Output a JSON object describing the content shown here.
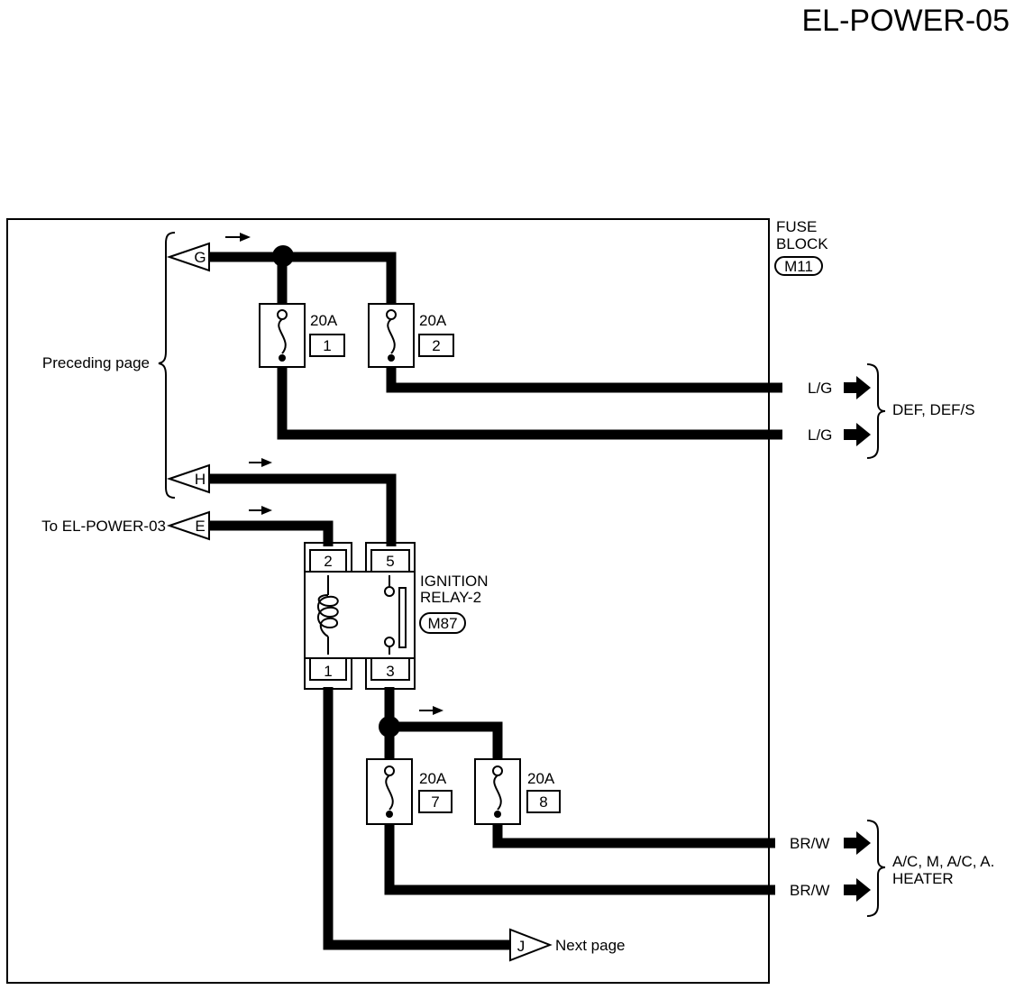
{
  "page_title": "EL-POWER-05",
  "fuse_block": {
    "line1": "FUSE",
    "line2": "BLOCK",
    "code": "M11"
  },
  "fuses": [
    {
      "rating": "20A",
      "number": "1"
    },
    {
      "rating": "20A",
      "number": "2"
    },
    {
      "rating": "20A",
      "number": "7"
    },
    {
      "rating": "20A",
      "number": "8"
    }
  ],
  "relay": {
    "line1": "IGNITION",
    "line2": "RELAY-2",
    "code": "M87",
    "pins": [
      "2",
      "5",
      "1",
      "3"
    ]
  },
  "connectors": {
    "g": "G",
    "h": "H",
    "e": "E",
    "j": "J"
  },
  "labels": {
    "preceding_page": "Preceding page",
    "to_el_power_03": "To EL-POWER-03",
    "next_page": "Next page",
    "def_group": "DEF, DEF/S",
    "ac_group_line1": "A/C, M, A/C, A.",
    "ac_group_line2": "HEATER"
  },
  "wires": {
    "lg_1": "L/G",
    "lg_2": "L/G",
    "brw_1": "BR/W",
    "brw_2": "BR/W"
  }
}
